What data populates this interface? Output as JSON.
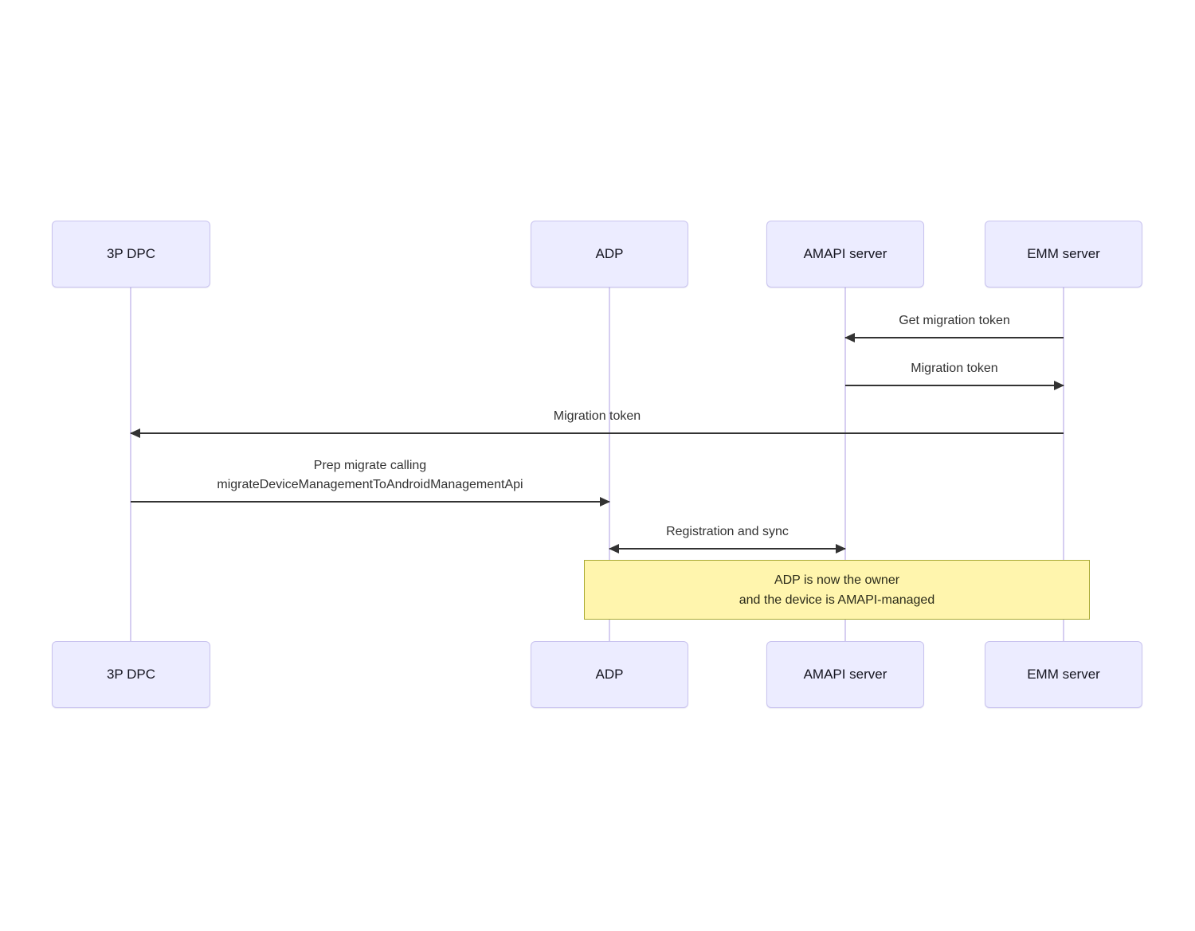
{
  "diagram_type": "sequence-diagram",
  "actors": [
    {
      "label": "3P DPC"
    },
    {
      "label": "ADP"
    },
    {
      "label": "AMAPI server"
    },
    {
      "label": "EMM server"
    }
  ],
  "messages": [
    {
      "label": "Get migration token",
      "from": "EMM server",
      "to": "AMAPI server",
      "arrow": "left"
    },
    {
      "label": "Migration token",
      "from": "AMAPI server",
      "to": "EMM server",
      "arrow": "right"
    },
    {
      "label": "Migration token",
      "from": "EMM server",
      "to": "3P DPC",
      "arrow": "left"
    },
    {
      "line1": "Prep migrate calling",
      "line2": "migrateDeviceManagementToAndroidManagementApi",
      "from": "3P DPC",
      "to": "ADP",
      "arrow": "right"
    },
    {
      "label": "Registration and sync",
      "from": "ADP",
      "to": "AMAPI server",
      "arrow": "both"
    }
  ],
  "note": {
    "line1": "ADP is now the owner",
    "line2": "and the device is AMAPI-managed"
  },
  "colors": {
    "actor_fill": "#ECECFF",
    "actor_border": "#c9c3ef",
    "lifeline": "#d6cef1",
    "arrow": "#333333",
    "note_fill": "#fff5ad",
    "note_border": "#aaaa33",
    "background": "#ffffff"
  }
}
